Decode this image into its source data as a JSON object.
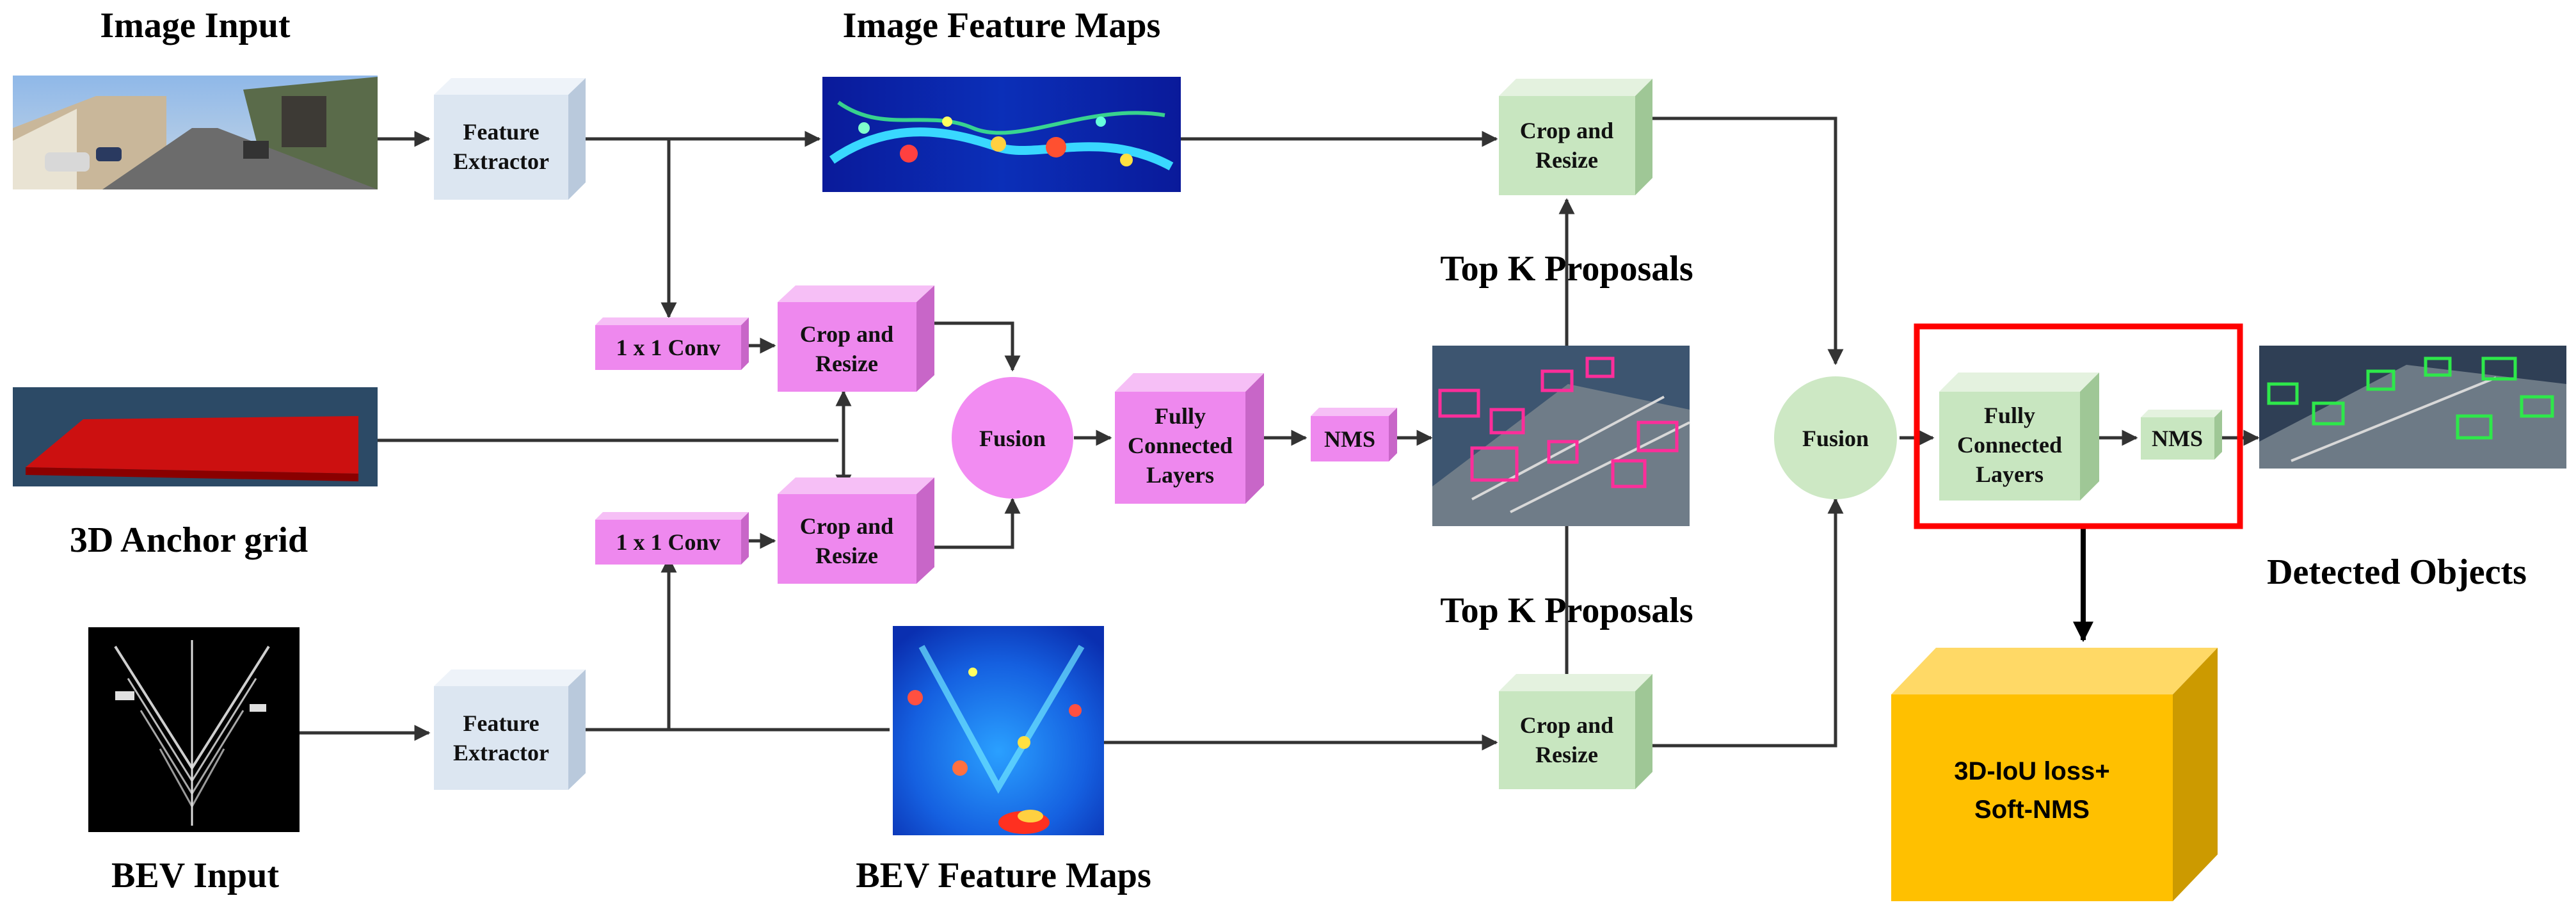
{
  "colors": {
    "blue_box": "#dce6f1",
    "pink_box": "#ee88ee",
    "pink_circle": "#f28cf2",
    "green_box": "#c8e6c0",
    "green_circle": "#cde8c4",
    "yellow_box": "#ffc000",
    "highlight": "#ff0000",
    "photo_bg": "#2f3f55"
  },
  "labels": {
    "image_input": "Image Input",
    "image_feature_maps": "Image Feature Maps",
    "anchor_grid": "3D Anchor grid",
    "bev_input": "BEV Input",
    "bev_feature_maps": "BEV Feature Maps",
    "top_k_upper": "Top K Proposals",
    "top_k_lower": "Top K Proposals",
    "detected_objects": "Detected Objects"
  },
  "boxes": {
    "feature_extractor_top": [
      "Feature",
      "Extractor"
    ],
    "feature_extractor_bottom": [
      "Feature",
      "Extractor"
    ],
    "conv_top": "1 x 1 Conv",
    "conv_bottom": "1 x 1 Conv",
    "crop_resize_pink_top": [
      "Crop and",
      "Resize"
    ],
    "crop_resize_pink_bottom": [
      "Crop and",
      "Resize"
    ],
    "fusion_pink": "Fusion",
    "fc_pink": [
      "Fully",
      "Connected",
      "Layers"
    ],
    "nms_pink": "NMS",
    "crop_resize_green_top": [
      "Crop and",
      "Resize"
    ],
    "crop_resize_green_bottom": [
      "Crop and",
      "Resize"
    ],
    "fusion_green": "Fusion",
    "fc_green": [
      "Fully",
      "Connected",
      "Layers"
    ],
    "nms_green": "NMS",
    "loss_box": [
      "3D-IoU loss+",
      "Soft-NMS"
    ]
  },
  "icons": {
    "image_input": "street-photo",
    "image_feature_maps": "heatmap",
    "anchor_grid": "red-anchor-grid",
    "bev_input": "lidar-bev",
    "bev_feature_maps": "bev-heatmap",
    "proposals": "proposals-bev-pink",
    "detections": "detections-bev-green"
  }
}
